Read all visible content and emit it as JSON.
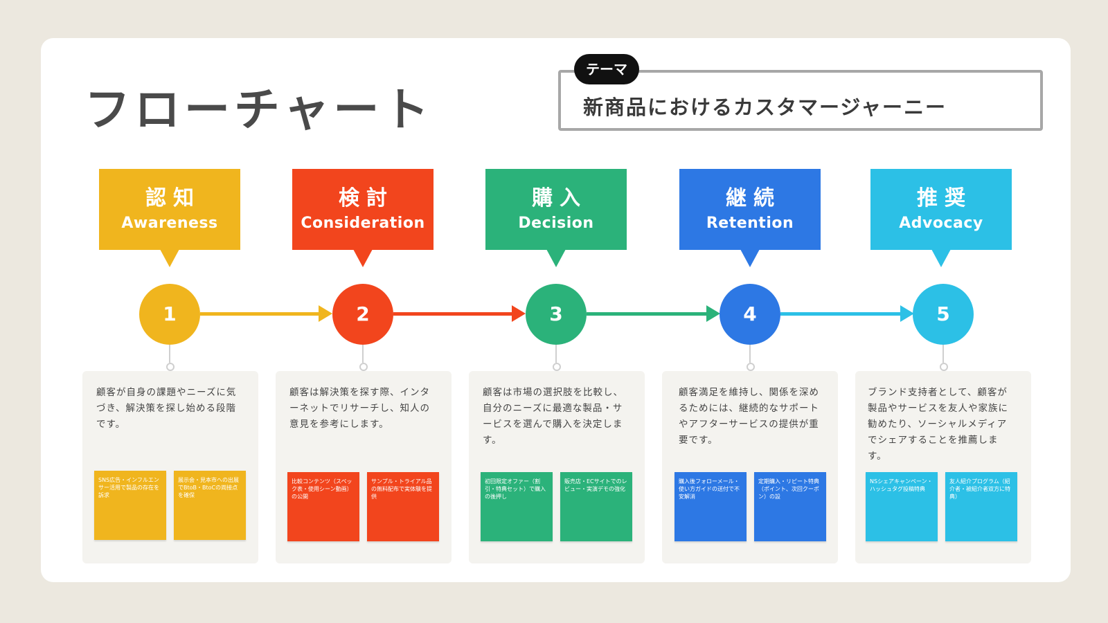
{
  "title": "フローチャート",
  "theme": {
    "tag": "テーマ",
    "text": "新商品におけるカスタマージャーニー"
  },
  "stages": [
    {
      "number": "1",
      "ja": "認知",
      "en": "Awareness",
      "color": "#f0b51e",
      "description": "顧客が自身の課題やニーズに気づき、解決策を探し始める段階です。",
      "notes": [
        "SNS広告・インフルエンサー活用で製品の存在を訴求",
        "展示会・見本市への出展でBtoB・BtoCの両接点を確保"
      ]
    },
    {
      "number": "2",
      "ja": "検討",
      "en": "Consideration",
      "color": "#f2451d",
      "description": "顧客は解決策を探す際、インターネットでリサーチし、知人の意見を参考にします。",
      "notes": [
        "比較コンテンツ（スペック表・使用シーン動画）の公開",
        "サンプル・トライアル品の無料配布で実体験を提供"
      ]
    },
    {
      "number": "3",
      "ja": "購入",
      "en": "Decision",
      "color": "#2bb27a",
      "description": "顧客は市場の選択肢を比較し、自分のニーズに最適な製品・サービスを選んで購入を決定します。",
      "notes": [
        "初回限定オファー（割引・特典セット）で購入の後押し",
        "販売店・ECサイトでのレビュー・実演デモの強化"
      ]
    },
    {
      "number": "4",
      "ja": "継続",
      "en": "Retention",
      "color": "#2d78e4",
      "description": "顧客満足を維持し、関係を深めるためには、継続的なサポートやアフターサービスの提供が重要です。",
      "notes": [
        "購入後フォローメール・使い方ガイドの送付で不安解消",
        "定期購入・リピート特典（ポイント、次回クーポン）の設"
      ]
    },
    {
      "number": "5",
      "ja": "推奨",
      "en": "Advocacy",
      "color": "#2cc0e6",
      "description": "ブランド支持者として、顧客が製品やサービスを友人や家族に勧めたり、ソーシャルメディアでシェアすることを推薦します。",
      "notes": [
        "NSシェアキャンペーン・ハッシュタグ投稿特典",
        "友人紹介プログラム（紹介者・被紹介者双方に特典）"
      ]
    }
  ]
}
